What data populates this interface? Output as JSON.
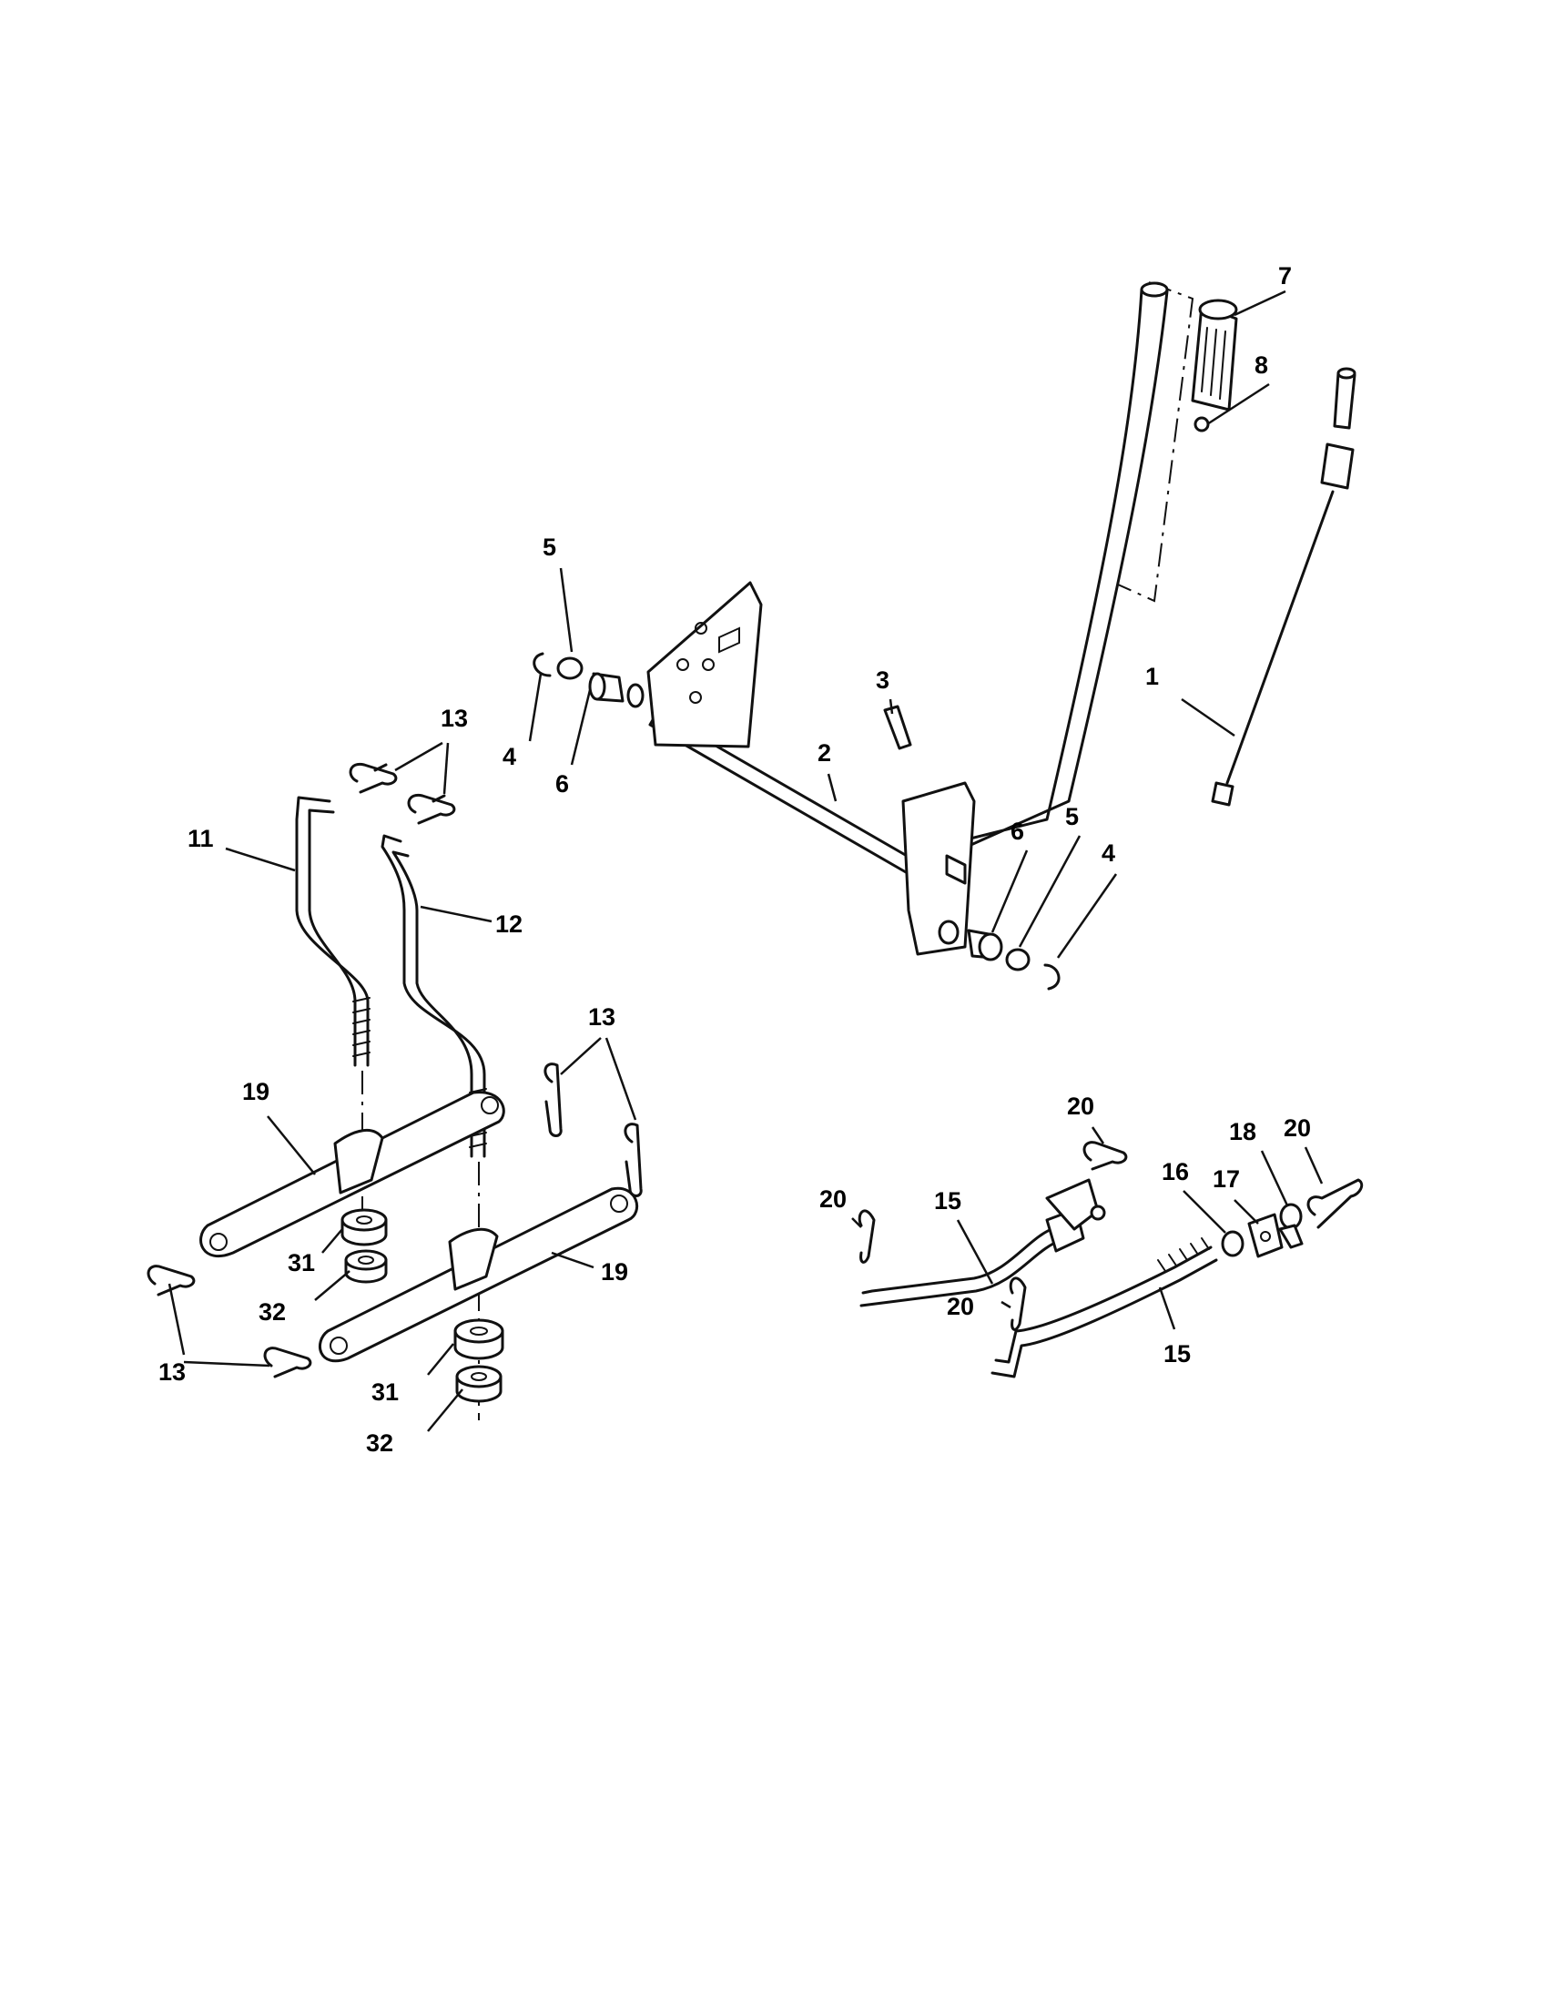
{
  "callouts": [
    {
      "id": "c1",
      "label": "1"
    },
    {
      "id": "c2",
      "label": "2"
    },
    {
      "id": "c3",
      "label": "3"
    },
    {
      "id": "c4a",
      "label": "4"
    },
    {
      "id": "c4b",
      "label": "4"
    },
    {
      "id": "c5a",
      "label": "5"
    },
    {
      "id": "c5b",
      "label": "5"
    },
    {
      "id": "c6a",
      "label": "6"
    },
    {
      "id": "c6b",
      "label": "6"
    },
    {
      "id": "c7",
      "label": "7"
    },
    {
      "id": "c8",
      "label": "8"
    },
    {
      "id": "c11",
      "label": "11"
    },
    {
      "id": "c12",
      "label": "12"
    },
    {
      "id": "c13a",
      "label": "13"
    },
    {
      "id": "c13b",
      "label": "13"
    },
    {
      "id": "c13c",
      "label": "13"
    },
    {
      "id": "c15a",
      "label": "15"
    },
    {
      "id": "c15b",
      "label": "15"
    },
    {
      "id": "c16",
      "label": "16"
    },
    {
      "id": "c17",
      "label": "17"
    },
    {
      "id": "c18",
      "label": "18"
    },
    {
      "id": "c19a",
      "label": "19"
    },
    {
      "id": "c19b",
      "label": "19"
    },
    {
      "id": "c20a",
      "label": "20"
    },
    {
      "id": "c20b",
      "label": "20"
    },
    {
      "id": "c20c",
      "label": "20"
    },
    {
      "id": "c20d",
      "label": "20"
    },
    {
      "id": "c31a",
      "label": "31"
    },
    {
      "id": "c31b",
      "label": "31"
    },
    {
      "id": "c32a",
      "label": "32"
    },
    {
      "id": "c32b",
      "label": "32"
    }
  ]
}
